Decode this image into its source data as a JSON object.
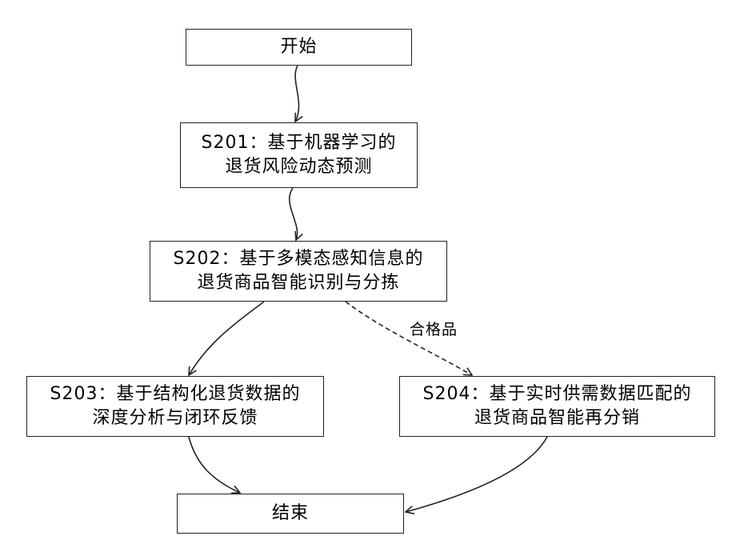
{
  "nodes": {
    "start": {
      "lines": [
        "开始"
      ]
    },
    "s201": {
      "lines": [
        "S201：基于机器学习的",
        "退货风险动态预测"
      ]
    },
    "s202": {
      "lines": [
        "S202：基于多模态感知信息的",
        "退货商品智能识别与分拣"
      ]
    },
    "s203": {
      "lines": [
        "S203：基于结构化退货数据的",
        "深度分析与闭环反馈"
      ]
    },
    "s204": {
      "lines": [
        "S204：基于实时供需数据匹配的",
        "退货商品智能再分销"
      ]
    },
    "end": {
      "lines": [
        "结束"
      ]
    }
  },
  "edges": [
    {
      "from": "start",
      "to": "s201",
      "style": "solid"
    },
    {
      "from": "s201",
      "to": "s202",
      "style": "solid"
    },
    {
      "from": "s202",
      "to": "s203",
      "style": "solid"
    },
    {
      "from": "s202",
      "to": "s204",
      "style": "dashed",
      "label": "合格品"
    },
    {
      "from": "s203",
      "to": "end",
      "style": "solid"
    },
    {
      "from": "s204",
      "to": "end",
      "style": "solid"
    }
  ]
}
